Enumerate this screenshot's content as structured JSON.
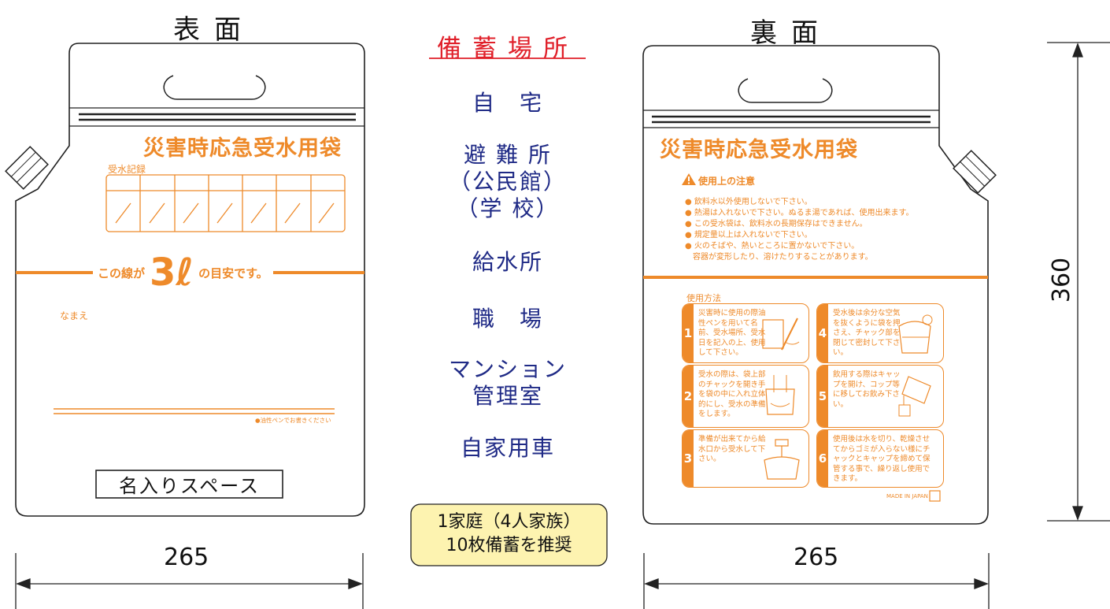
{
  "front": {
    "heading": "表面",
    "bag_title": "災害時応急受水用袋",
    "record_label": "受水記録",
    "record_slots": 7,
    "line_text_before": "この線が",
    "line_volume": "3ℓ",
    "line_text_after": "の目安です。",
    "name_label": "なまえ",
    "pen_note": "●油性ペンでお書きください",
    "name_space_label": "名入りスペース",
    "width_dimension": "265"
  },
  "storage": {
    "heading": "備蓄場所",
    "locations": [
      {
        "lines": [
          "自　宅"
        ]
      },
      {
        "lines": [
          "避 難 所",
          "（公民館）",
          "（学 校）"
        ]
      },
      {
        "lines": [
          "給水所"
        ]
      },
      {
        "lines": [
          "職　場"
        ]
      },
      {
        "lines": [
          "マンション",
          "管理室"
        ]
      },
      {
        "lines": [
          "自家用車"
        ]
      }
    ],
    "recommendation": [
      "1家庭（4人家族）",
      "10枚備蓄を推奨"
    ]
  },
  "back": {
    "heading": "裏面",
    "bag_title": "災害時応急受水用袋",
    "caution_title": "使用上の注意",
    "cautions": [
      "● 飲料水以外使用しないで下さい。",
      "● 熱湯は入れないで下さい。ぬるま湯であれば、使用出来ます。",
      "● この受水袋は、飲料水の長期保存はできません。",
      "● 規定量以上は入れないで下さい。",
      "● 火のそばや、熱いところに置かないで下さい。",
      "　容器が変形したり、溶けたりすることがあります。"
    ],
    "usage_title": "使用方法",
    "steps": [
      {
        "num": "1",
        "text": "災害時に使用の際油性ペンを用いて名前、受水場所、受水日を記入の上、使用して下さい。"
      },
      {
        "num": "2",
        "text": "受水の際は、袋上部のチャックを開き手を袋の中に入れ立体的にし、受水の準備をします。"
      },
      {
        "num": "3",
        "text": "準備が出来てから給水口から受水して下さい。"
      },
      {
        "num": "4",
        "text": "受水後は余分な空気を抜くように袋を押さえ、チャック部を閉じて密封して下さい。"
      },
      {
        "num": "5",
        "text": "飲用する際はキャップを開け、コップ等に移してお飲み下さい。"
      },
      {
        "num": "6",
        "text": "使用後は水を切り、乾燥させてからゴミが入らない様にチャックとキャップを締めて保管する事で、繰り返し使用できます。"
      }
    ],
    "made_in": "MADE IN JAPAN",
    "width_dimension": "265",
    "height_dimension": "360"
  },
  "colors": {
    "orange": "#ee8a2a",
    "navy": "#1f2a86",
    "red": "#e0202a",
    "badge_bg": "#fdf3b0"
  }
}
